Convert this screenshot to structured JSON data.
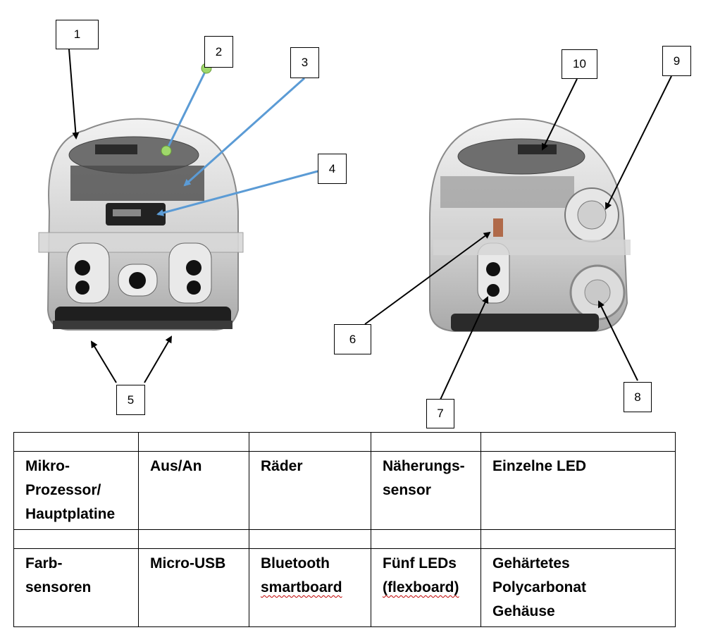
{
  "labels": [
    "1",
    "2",
    "3",
    "4",
    "5",
    "6",
    "7",
    "8",
    "9",
    "10"
  ],
  "table": {
    "row1": [
      "Mikro-\nProzessor/\nHauptplatine",
      "Aus/An",
      "Räder",
      "Näherungs-\nsensor",
      "Einzelne LED"
    ],
    "row2": [
      "Farb-\nsensoren",
      "Micro-USB",
      "Bluetooth\nsmartboard",
      "Fünf LEDs\n(flexboard)",
      "Gehärtetes\nPolycarbonat\nGehäuse"
    ]
  },
  "colors": {
    "pointer_blue": "#5b9bd5",
    "pointer_black": "#000000",
    "dot_green": "#9fd86b",
    "spellcheck_red": "#c00000"
  }
}
